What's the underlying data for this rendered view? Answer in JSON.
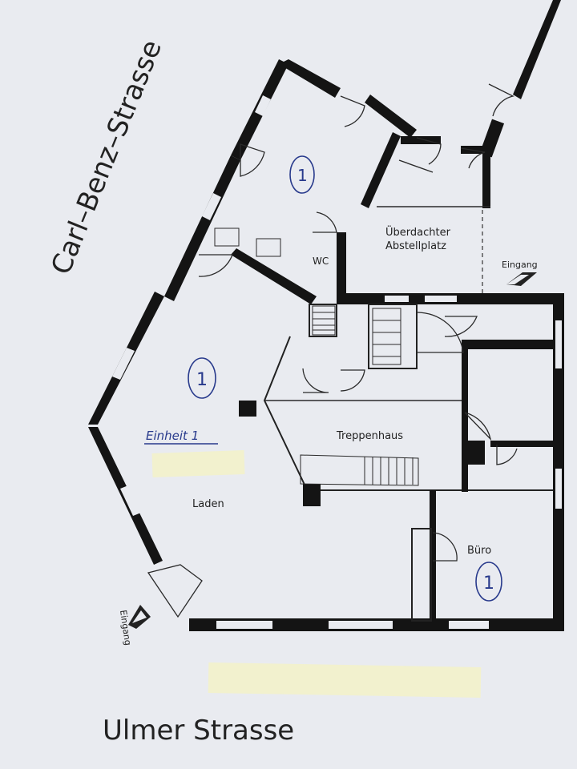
{
  "streets": {
    "carl_benz": "Carl–Benz–Strasse",
    "ulmer": "Ulmer Strasse"
  },
  "rooms": {
    "wc": "WC",
    "abstellplatz_line1": "Überdachter",
    "abstellplatz_line2": "Abstellplatz",
    "treppenhaus": "Treppenhaus",
    "laden": "Laden",
    "buero": "Büro"
  },
  "entrances": {
    "right": "Eingang",
    "left": "Eingang"
  },
  "annotations": {
    "unit_label": "Einheit 1",
    "unit_marker": "1"
  },
  "colors": {
    "paper": "#e9ebf0",
    "wall": "#141414",
    "pen_ink": "#283a8c",
    "tape": "#f3f2c8"
  }
}
